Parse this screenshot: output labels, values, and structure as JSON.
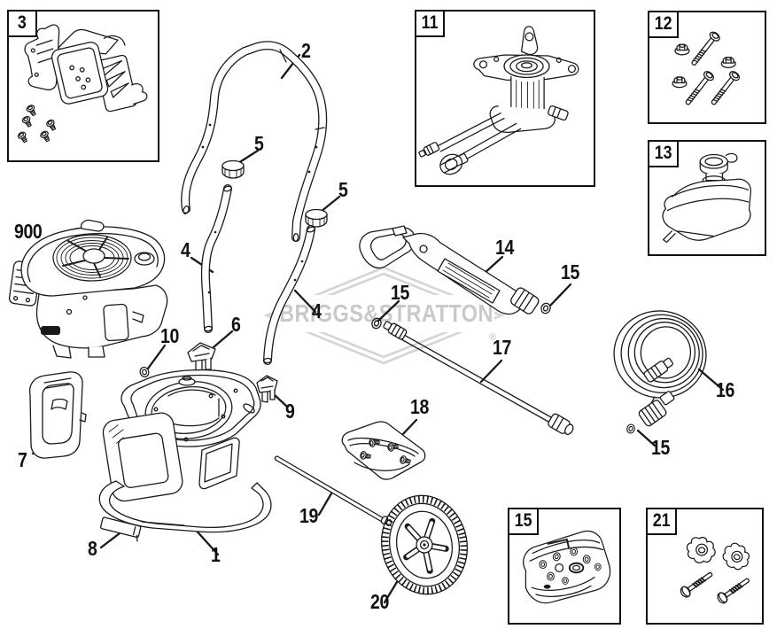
{
  "page": {
    "background": "#ffffff",
    "ink": "#1a1a1a",
    "watermark_color": "#c9c9c9"
  },
  "watermark": {
    "brand": "BRIGGS&STRATTON",
    "registered": "®"
  },
  "inset_boxes": [
    {
      "label": "3",
      "part": "muffler-assembly"
    },
    {
      "label": "11",
      "part": "pump-assembly"
    },
    {
      "label": "12",
      "part": "bolt-and-flange-nut-kit"
    },
    {
      "label": "13",
      "part": "detergent-tank"
    },
    {
      "label": "15",
      "part": "o-ring-service-kit"
    },
    {
      "label": "21",
      "part": "knob-and-carriage-bolt-kit"
    }
  ],
  "callouts": [
    {
      "label": "900",
      "part": "engine"
    },
    {
      "label": "2",
      "part": "upper-handle"
    },
    {
      "label": "5",
      "part": "handle-cap-left"
    },
    {
      "label": "5",
      "part": "handle-cap-right"
    },
    {
      "label": "4",
      "part": "lower-handle-tube-left"
    },
    {
      "label": "4",
      "part": "lower-handle-tube-right"
    },
    {
      "label": "6",
      "part": "handle-latch-front"
    },
    {
      "label": "10",
      "part": "o-ring-engine"
    },
    {
      "label": "9",
      "part": "handle-latch-rear"
    },
    {
      "label": "7",
      "part": "panel-insert"
    },
    {
      "label": "8",
      "part": "base-label-plate"
    },
    {
      "label": "1",
      "part": "base-frame"
    },
    {
      "label": "14",
      "part": "spray-gun"
    },
    {
      "label": "15",
      "part": "o-ring-wand"
    },
    {
      "label": "15",
      "part": "o-ring-gun"
    },
    {
      "label": "17",
      "part": "spray-wand"
    },
    {
      "label": "16",
      "part": "high-pressure-hose"
    },
    {
      "label": "15",
      "part": "o-ring-hose"
    },
    {
      "label": "18",
      "part": "hardware-bag"
    },
    {
      "label": "19",
      "part": "axle-rod"
    },
    {
      "label": "20",
      "part": "wheel"
    }
  ]
}
